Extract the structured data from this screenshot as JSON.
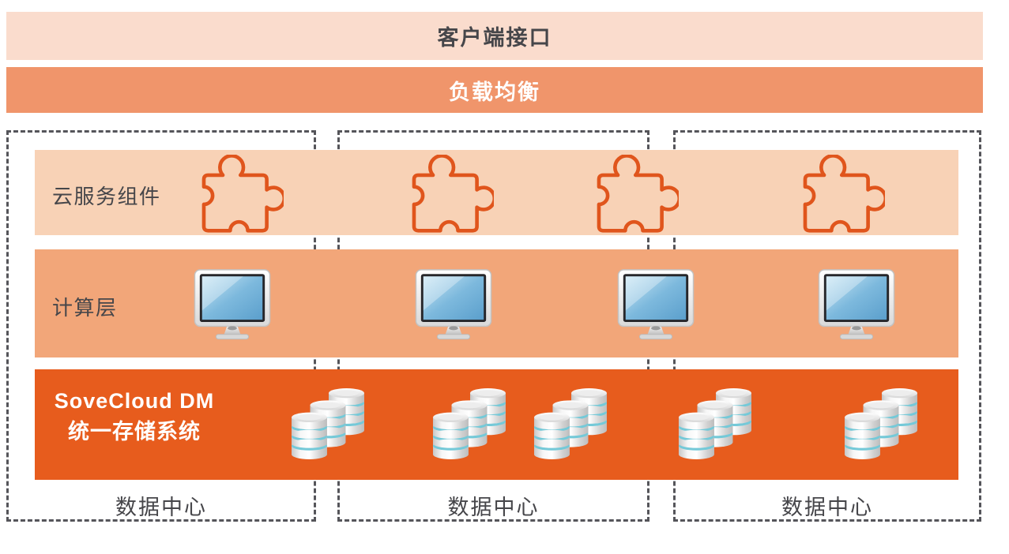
{
  "diagram": {
    "client_interface": {
      "label": "客户端接口"
    },
    "load_balancer": {
      "label": "负载均衡"
    },
    "layers": {
      "cloud_services": {
        "label": "云服务组件",
        "icon": "puzzle-icon",
        "icon_count": 4
      },
      "compute": {
        "label": "计算层",
        "icon": "monitor-icon",
        "icon_count": 4
      },
      "storage": {
        "label_line1": "SoveCloud DM",
        "label_line2": "统一存储系统",
        "icon": "database-stack-icon",
        "icon_count": 5
      }
    },
    "data_centers": [
      {
        "label": "数据中心"
      },
      {
        "label": "数据中心"
      },
      {
        "label": "数据中心"
      }
    ],
    "colors": {
      "client_band_bg": "#fadccd",
      "load_balancer_bg": "#f0956b",
      "cloud_services_bg": "#f8d2b6",
      "compute_bg": "#f2a679",
      "storage_bg": "#e75c1d",
      "puzzle_outline": "#e0551c",
      "dashed_border": "#55555a",
      "dark_text": "#46464a",
      "white_text": "#ffffff",
      "monitor_screen": "#6aaed6",
      "database_stripe": "#74c9d8"
    }
  }
}
